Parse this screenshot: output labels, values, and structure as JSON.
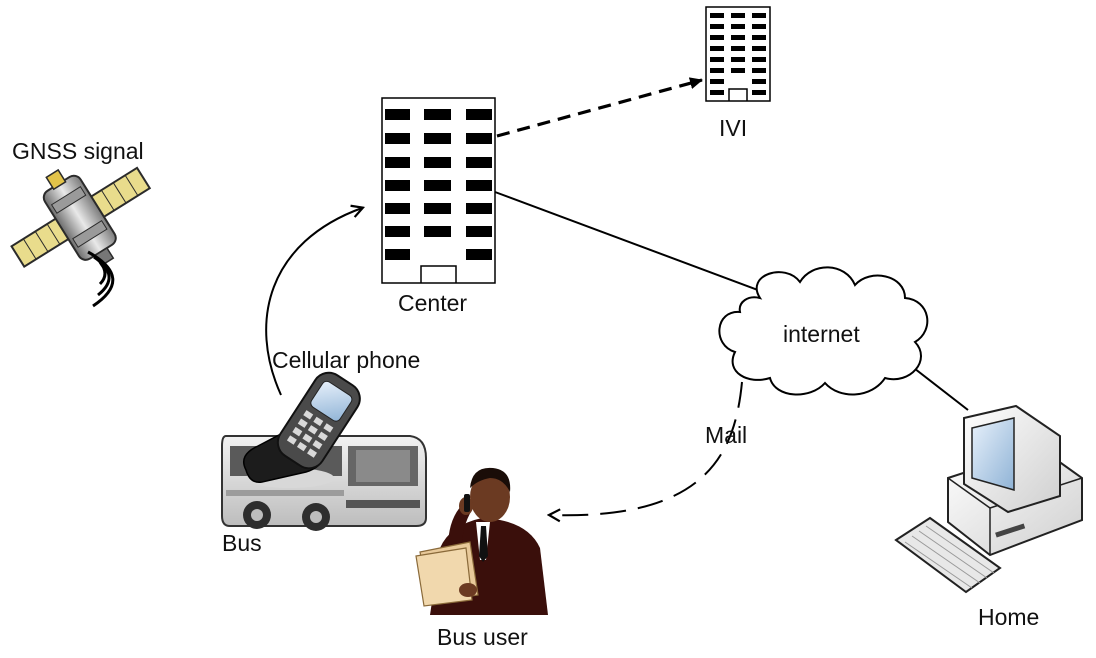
{
  "labels": {
    "gnss": "GNSS signal",
    "ivi": "IVI",
    "center": "Center",
    "internet": "internet",
    "cellular": "Cellular  phone",
    "mail": "Mail",
    "bus": "Bus",
    "bus_user": "Bus user",
    "home": "Home"
  },
  "icons": {
    "satellite": "satellite-icon",
    "center_building": "building-icon",
    "ivi_building": "building-icon",
    "cloud": "cloud-icon",
    "phone": "mobile-phone-icon",
    "bus": "bus-icon",
    "person": "businessman-on-phone-icon",
    "computer": "desktop-computer-icon"
  },
  "colors": {
    "line": "#000000",
    "satellite_panel": "#e9dc8c",
    "suit": "#3a0f0b",
    "skin": "#6b3a22",
    "paper": "#e8c99a"
  }
}
